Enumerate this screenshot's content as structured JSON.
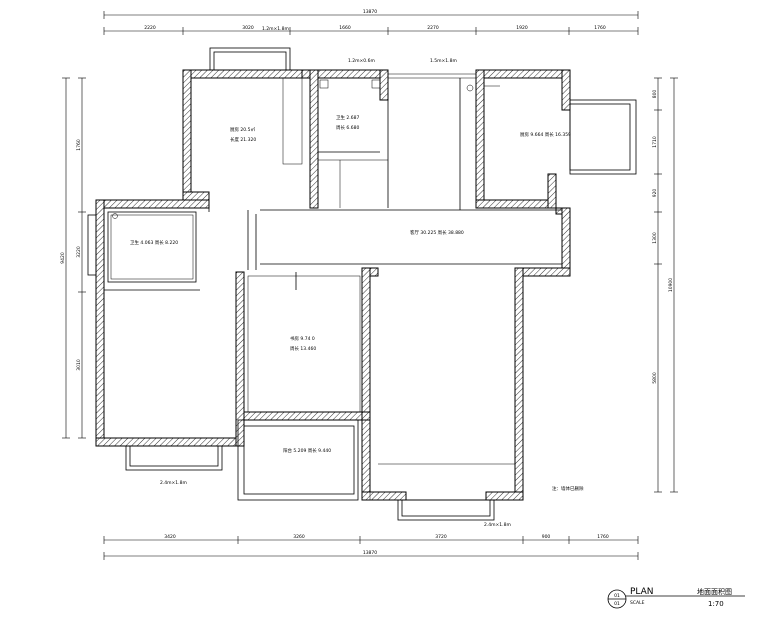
{
  "dimensions": {
    "top_total": "13870",
    "top_segments": [
      "2220",
      "3020",
      "1660",
      "2270",
      "1920",
      "1760"
    ],
    "bottom_total": "13870",
    "bottom_segments": [
      "3420",
      "3260",
      "3720",
      "900",
      "1760"
    ],
    "left_total": "9420",
    "left_segments": [
      "1760",
      "3220",
      "3010"
    ],
    "right_total": "10900",
    "right_segments": [
      "800",
      "1710",
      "920",
      "1300",
      "5800"
    ]
  },
  "rooms": {
    "bedroom_top": {
      "line1": "厨房 20.5㎡",
      "line2": "长度 21.320"
    },
    "bath_top": {
      "line1": "卫生 2.687",
      "line2": "周长 6.680"
    },
    "room_top_right": {
      "line1": "厨房 9.664 周长 16.359"
    },
    "hall": {
      "line1": "客厅 30.225 周长 38.880"
    },
    "bath_left": {
      "line1": "卫生 4.063 周长 8.220"
    },
    "study": {
      "line1": "书房 9.74 0",
      "line2": "周长 13.460"
    },
    "balcony": {
      "line1": "阳台 5.209 周长 9.440"
    }
  },
  "notes": {
    "tag_top_left": "1.2m×1.8m",
    "tag_bath_top": "1.2m×0.6m",
    "tag_top_center": "1.5m×1.8m",
    "tag_left_bottom": "2.4m×1.8m",
    "tag_right_bottom": "2.4m×1.8m",
    "note_bottom_right": "注：墙体已删除"
  },
  "title_block": {
    "number": "01",
    "sub_number": "01",
    "plan_label": "PLAN",
    "scale_label": "SCALE",
    "title": "地面面积图",
    "scale_value": "1:70"
  }
}
